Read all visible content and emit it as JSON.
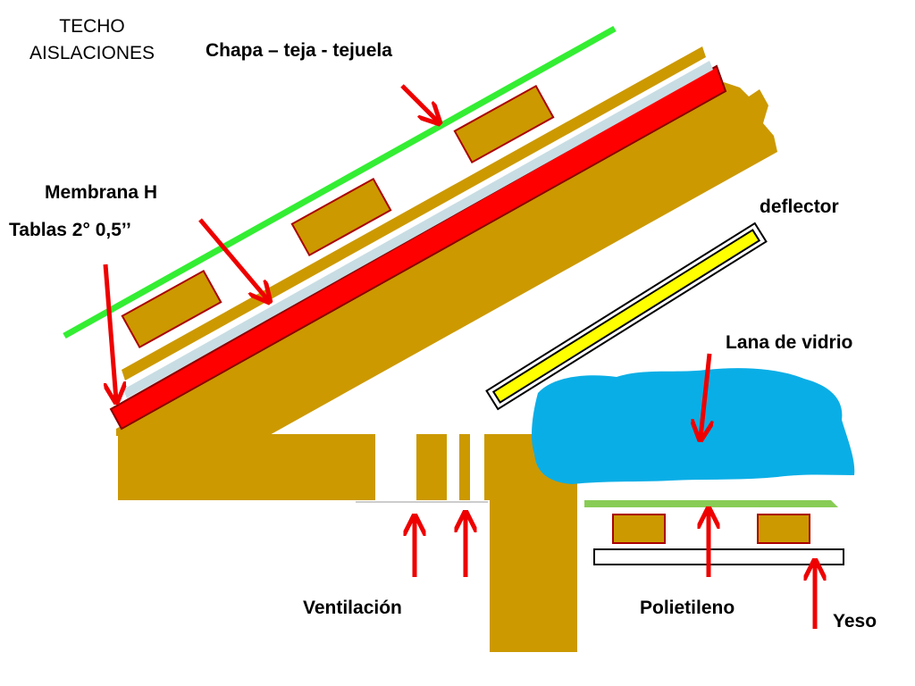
{
  "title": [
    "TECHO",
    "AISLACIONES"
  ],
  "labels": {
    "chapa": "Chapa – teja - tejuela",
    "membrana": "Membrana H",
    "tablas": "Tablas 2° 0,5’’",
    "deflector": "deflector",
    "lana": "Lana de vidrio",
    "ventilacion": "Ventilación",
    "polietileno": "Polietileno",
    "yeso": "Yeso"
  },
  "colors": {
    "wood": "#cc9900",
    "membrane": "#ff0000",
    "sheet": "#c8dde3",
    "roof_line": "#33ee33",
    "wool": "#0aaee6",
    "polyethylene": "#88cc55",
    "deflector": "#ffff00",
    "arrow": "#ee0000",
    "outline": "#aa0000"
  }
}
